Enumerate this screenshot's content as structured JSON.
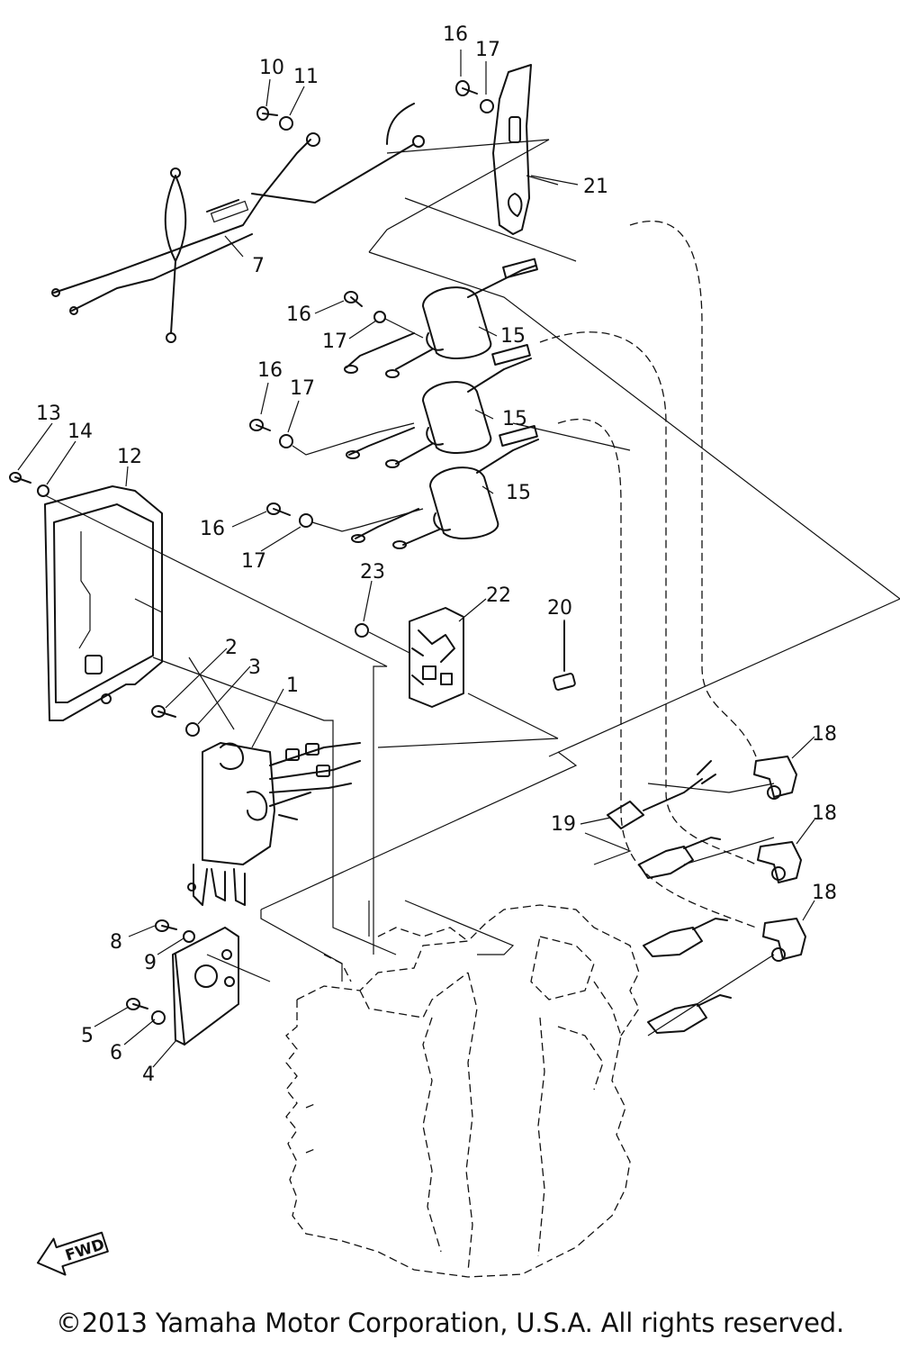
{
  "callouts": [
    {
      "id": "p1",
      "text": "1"
    },
    {
      "id": "p2",
      "text": "2"
    },
    {
      "id": "p3",
      "text": "3"
    },
    {
      "id": "p4",
      "text": "4"
    },
    {
      "id": "p5",
      "text": "5"
    },
    {
      "id": "p6",
      "text": "6"
    },
    {
      "id": "p7",
      "text": "7"
    },
    {
      "id": "p8",
      "text": "8"
    },
    {
      "id": "p9",
      "text": "9"
    },
    {
      "id": "p10",
      "text": "10"
    },
    {
      "id": "p11",
      "text": "11"
    },
    {
      "id": "p12",
      "text": "12"
    },
    {
      "id": "p13",
      "text": "13"
    },
    {
      "id": "p14",
      "text": "14"
    },
    {
      "id": "p15a",
      "text": "15"
    },
    {
      "id": "p15b",
      "text": "15"
    },
    {
      "id": "p15c",
      "text": "15"
    },
    {
      "id": "p16a",
      "text": "16"
    },
    {
      "id": "p16b",
      "text": "16"
    },
    {
      "id": "p16c",
      "text": "16"
    },
    {
      "id": "p16d",
      "text": "16"
    },
    {
      "id": "p17a",
      "text": "17"
    },
    {
      "id": "p17b",
      "text": "17"
    },
    {
      "id": "p17c",
      "text": "17"
    },
    {
      "id": "p17d",
      "text": "17"
    },
    {
      "id": "p18a",
      "text": "18"
    },
    {
      "id": "p18b",
      "text": "18"
    },
    {
      "id": "p18c",
      "text": "18"
    },
    {
      "id": "p19",
      "text": "19"
    },
    {
      "id": "p20",
      "text": "20"
    },
    {
      "id": "p21",
      "text": "21"
    },
    {
      "id": "p22",
      "text": "22"
    },
    {
      "id": "p23",
      "text": "23"
    }
  ],
  "fwd_label": "FWD",
  "copyright": "©2013 Yamaha Motor Corporation, U.S.A. All rights reserved."
}
